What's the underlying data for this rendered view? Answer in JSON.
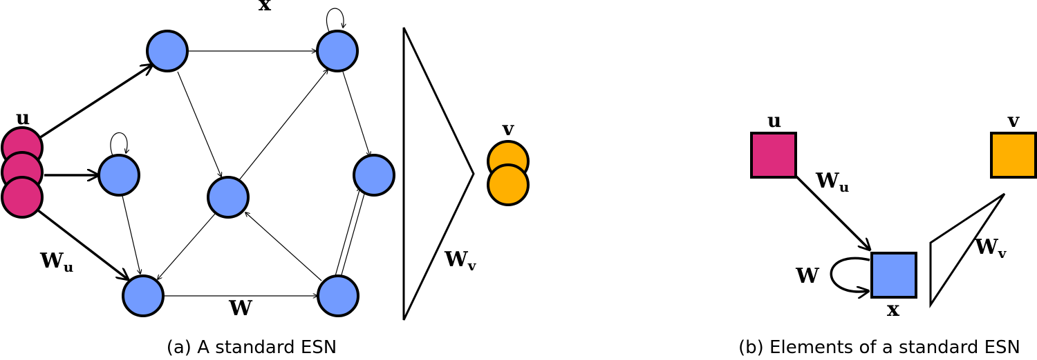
{
  "panel_a": {
    "caption": "(a) A standard ESN",
    "labels": {
      "state": "x",
      "input": "u",
      "output": "v",
      "input_weight_base": "W",
      "input_weight_sub": "u",
      "recurrent_weight": "W",
      "output_weight_base": "W",
      "output_weight_sub": "v"
    }
  },
  "panel_b": {
    "caption": "(b) Elements of a standard ESN",
    "labels": {
      "input": "u",
      "output": "v",
      "state": "x",
      "input_weight_base": "W",
      "input_weight_sub": "u",
      "recurrent_weight": "W",
      "output_weight_base": "W",
      "output_weight_sub": "v"
    }
  },
  "colors": {
    "input": "#dd2c7d",
    "reservoir": "#729bff",
    "output": "#ffb000",
    "stroke": "#000000"
  }
}
